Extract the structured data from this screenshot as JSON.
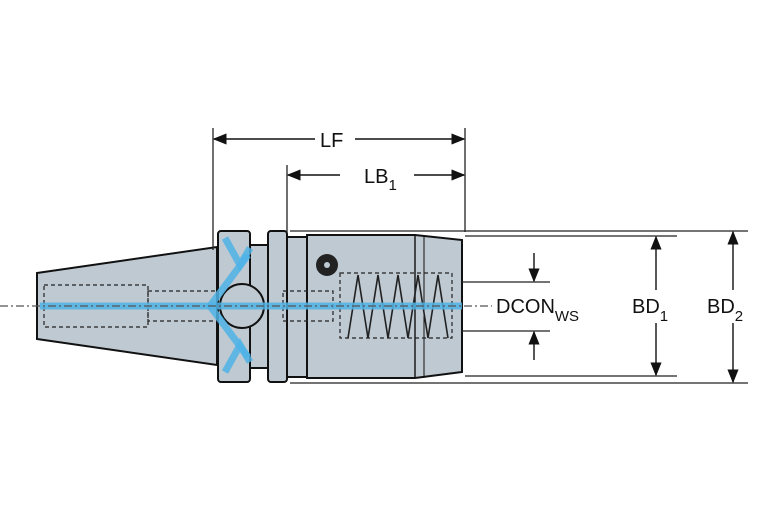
{
  "drawing": {
    "title": "Toolholder dimension drawing",
    "labels": {
      "lf": "LF",
      "lb": "LB",
      "lb_sub": "1",
      "dcon": "DCON",
      "dcon_sub": "WS",
      "bd1": "BD",
      "bd1_sub": "1",
      "bd2": "BD",
      "bd2_sub": "2"
    },
    "colors": {
      "body": "#bfc9d1",
      "coolant": "#4fb3e6",
      "line": "#111111"
    }
  }
}
